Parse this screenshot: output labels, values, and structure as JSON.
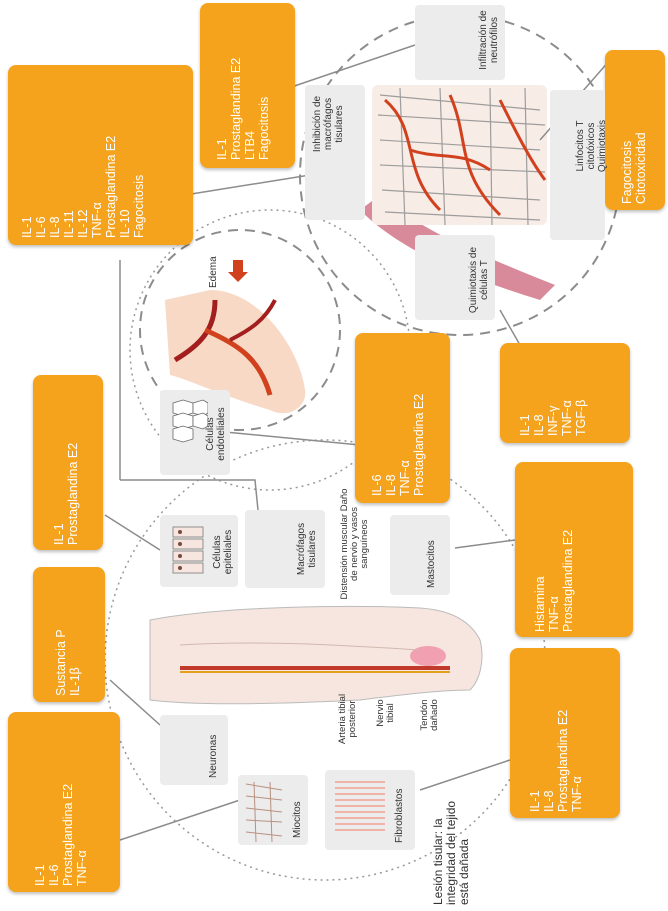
{
  "title": "Lesión tisular: la integridad del tejido está dañada",
  "leg_labels": {
    "artery": "Arteria tibial posterior",
    "nerve": "Nervio tibial",
    "tendon": "Tendón dañado",
    "distension": "Distensión muscular Daño de nervio y vasos sanguíneos"
  },
  "cells": {
    "mastocitos": "Mastocitos",
    "macrofagos": "Macrófagos tisulares",
    "epiteliales": "Células epiteliales",
    "endoteliales": "Células endoteliales",
    "neuronas": "Neuronas",
    "miocitos": "Miocitos",
    "fibroblastos": "Fibroblastos",
    "edema": "Edema",
    "inhibicion": "Inhibición de macrófagos tisulares",
    "infiltracion": "Infiltración de neutrófilos",
    "quimiotaxis_t": "Quimiotaxis de células T",
    "linfocitos": "Linfocitos T citotóxicos Quimiotaxis"
  },
  "boxes": {
    "b_top_left": [
      "IL-1",
      "IL-6",
      "IL-8",
      "IL-11",
      "IL-12",
      "TNF-α",
      "Prostaglandina E2",
      "IL-10",
      "Fagocitosis"
    ],
    "b_top_mid": [
      "IL-1",
      "Prostaglandina E2",
      "LTB4",
      "Fagocitosis"
    ],
    "b_top_right": [
      "Fagocitosis",
      "Citotoxicidad"
    ],
    "b_pge2_left": [
      "IL-1",
      "Prostaglandina E2"
    ],
    "b_center": [
      "IL-6",
      "IL-8",
      "TNF-α",
      "Prostaglandina E2"
    ],
    "b_right_mid": [
      "IL-1",
      "IL-8",
      "INF-γ",
      "TNF-α",
      "TGF-β"
    ],
    "b_hist": [
      "Histamina",
      "TNF-α",
      "Prostaglandina E2"
    ],
    "b_sust": [
      "Sustancia P",
      "IL-1β"
    ],
    "b_bottom_left": [
      "IL-1",
      "IL-6",
      "Prostaglandina E2",
      "TNF-α"
    ],
    "b_bottom_right": [
      "IL-1",
      "IL-8",
      "Prostaglandina E2",
      "TNF-α"
    ]
  },
  "colors": {
    "box": "#f5a31c",
    "arrow_up": "#6ab43c",
    "arrow_down": "#d2411e",
    "dashed": "#8c8c8c",
    "vessel": "#c0392b"
  }
}
